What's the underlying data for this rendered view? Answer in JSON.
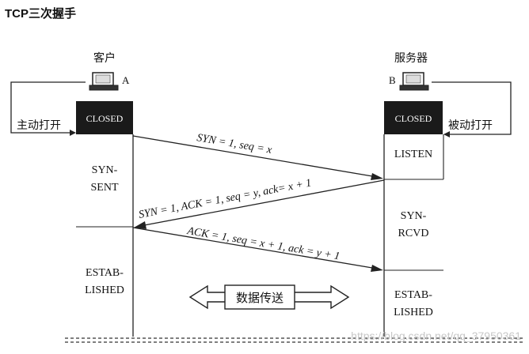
{
  "page_title": "TCP三次握手",
  "client": {
    "name": "客户",
    "tag": "A",
    "state_box": "CLOSED",
    "side_label": "主动打开",
    "states": [
      "SYN-",
      "SENT",
      "ESTAB-",
      "LISHED"
    ]
  },
  "server": {
    "name": "服务器",
    "tag": "B",
    "state_box": "CLOSED",
    "side_label": "被动打开",
    "states": [
      "LISTEN",
      "SYN-",
      "RCVD",
      "ESTAB-",
      "LISHED"
    ]
  },
  "messages": [
    {
      "text": "SYN = 1, seq = x",
      "direction": "client-to-server"
    },
    {
      "text": "SYN = 1, ACK = 1, seq = y, ack= x + 1",
      "direction": "server-to-client"
    },
    {
      "text": "ACK = 1, seq = x + 1, ack = y + 1",
      "direction": "client-to-server"
    }
  ],
  "data_transfer": "数据传送",
  "watermark": "https://blog.csdn.net/qq_37950361",
  "colors": {
    "line": "#222222",
    "box_fill": "#1a1a1a",
    "box_text": "#ffffff",
    "watermark": "#c8c8c8"
  }
}
